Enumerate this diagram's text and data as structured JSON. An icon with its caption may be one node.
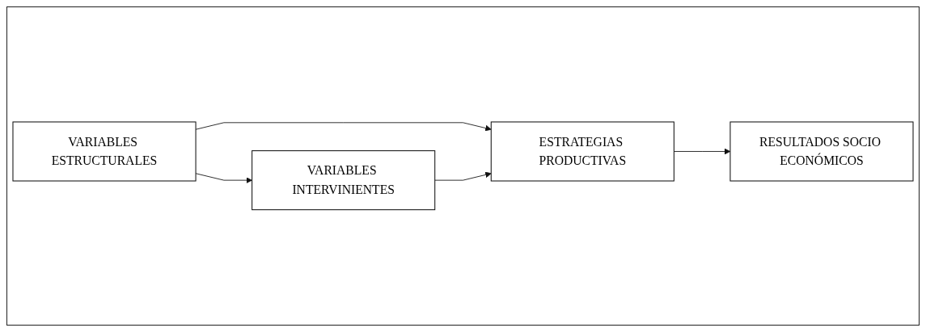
{
  "diagram": {
    "nodes": [
      {
        "text": [
          "VARIABLES ESTRUCTURALES"
        ]
      },
      {
        "text": [
          "ESTRATEGIAS PRODUCTIVAS"
        ]
      },
      {
        "text": [
          "RESULTADOS SOCIO ECONÓMICOS"
        ]
      },
      {
        "text": [
          "VARIABLES INTERVINIENTES"
        ]
      }
    ],
    "edges": [
      {
        "from": 0,
        "to": 1,
        "arrow": "to"
      },
      {
        "from": 1,
        "to": 2,
        "arrow": "to"
      },
      {
        "from": 0,
        "to": 3,
        "arrow": "to"
      },
      {
        "from": 3,
        "to": 1,
        "arrow": "to"
      }
    ]
  }
}
